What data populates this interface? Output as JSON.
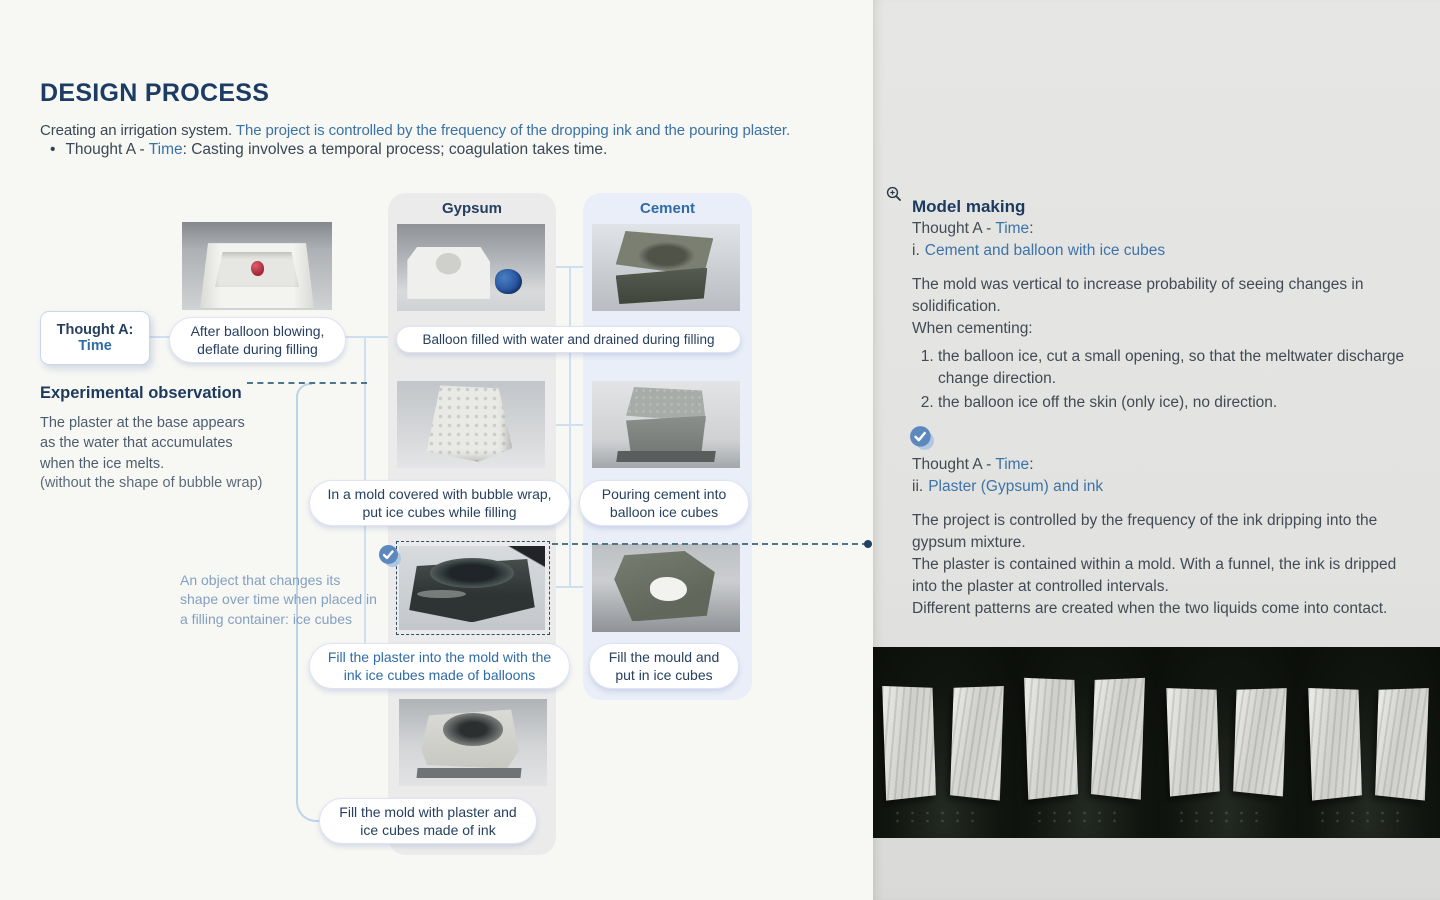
{
  "header": {
    "title": "DESIGN PROCESS",
    "intro_dark": "Creating an irrigation system. ",
    "intro_blue": "The project is controlled by the frequency of the dropping ink and the pouring plaster.",
    "bullet_pre": "Thought A - ",
    "bullet_accent": "Time",
    "bullet_post": ": Casting involves a temporal process; coagulation takes time."
  },
  "flowchart": {
    "columns": {
      "gypsum": "Gypsum",
      "cement": "Cement"
    },
    "thought_box": {
      "line1": "Thought A:",
      "line2": "Time"
    },
    "pills": {
      "after_balloon": "After balloon blowing, deflate during filling",
      "balloon_filled": "Balloon filled with water and drained during filling",
      "bubble_wrap": "In a mold covered with bubble wrap, put ice cubes while filling",
      "pouring_cement": "Pouring cement into balloon ice cubes",
      "fill_plaster": "Fill the plaster into the mold with the ink ice cubes made of balloons",
      "fill_mould": "Fill the mould and put in ice cubes",
      "fill_mold_ink": "Fill the mold with plaster and ice cubes made of ink"
    },
    "experimental": {
      "heading": "Experimental observation",
      "body": "The plaster at the base appears as the water that accumulates when the ice melts.",
      "note": "(without the shape of bubble wrap)"
    },
    "side_note": "An object that changes its shape over time when placed in a filling container: ice cubes"
  },
  "right": {
    "heading": "Model making",
    "s1": {
      "pre": "Thought A - ",
      "accent": "Time",
      "post": ":",
      "item_prefix": "i.",
      "item_text": "Cement and balloon with ice cubes"
    },
    "p1": [
      "The mold was vertical to increase probability of seeing changes in solidification.",
      "When cementing:"
    ],
    "list": [
      "the balloon ice, cut a small opening, so that the meltwater discharge change direction.",
      "the balloon ice off the skin (only ice), no direction."
    ],
    "s2": {
      "pre": "Thought A - ",
      "accent": "Time",
      "post": ":",
      "item_prefix": "ii.",
      "item_text": "Plaster (Gypsum) and ink"
    },
    "p2": [
      "The project is controlled by the frequency of the ink dripping into the gypsum mixture.",
      "The plaster is contained within a mold. With a funnel, the ink is dripped into the plaster at controlled intervals.",
      "Different patterns are created when the two liquids come into contact."
    ],
    "photos": [
      "split plaster block pair 1",
      "split plaster block pair 2",
      "split plaster block pair 3",
      "split plaster block pair 4"
    ]
  },
  "icons": {
    "model_making": "zoom-in-magnifier",
    "approved": "check-circle"
  },
  "colors": {
    "heading_navy": "#1c3a5e",
    "accent_blue": "#3a72a5",
    "link_blue": "#3d73a6",
    "soft_note_blue": "#84a0c0",
    "connector_blue": "#cddff0",
    "dashed_teal": "#4f7589",
    "gypsum_panel": "#ebebeb",
    "cement_panel": "#e9eef8"
  }
}
